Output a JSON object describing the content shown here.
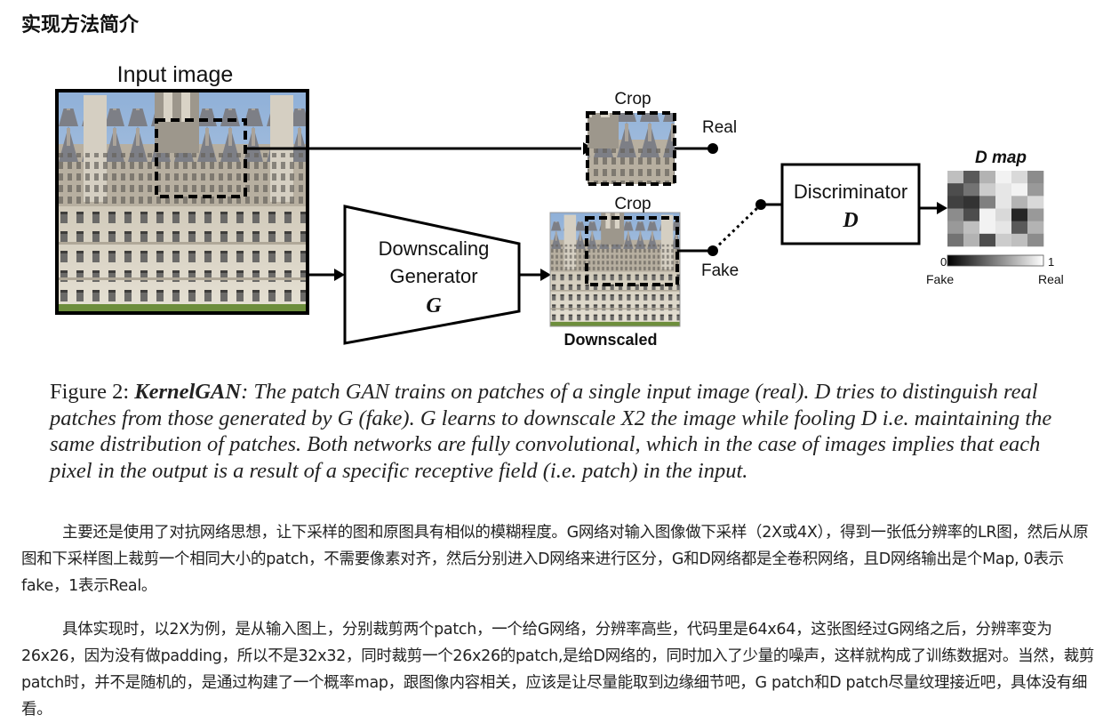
{
  "section_heading": "实现方法简介",
  "figure": {
    "input_label": "Input image",
    "crop_top_label": "Crop",
    "crop_bottom_label": "Crop",
    "real_label": "Real",
    "fake_label": "Fake",
    "generator_line1": "Downscaling",
    "generator_line2": "Generator",
    "generator_symbol": "G",
    "discriminator_label": "Discriminator",
    "discriminator_symbol": "D",
    "dmap_label": "D map",
    "scale_min": "0",
    "scale_max": "1",
    "scale_fake": "Fake",
    "scale_real": "Real",
    "downscaled_label": "Downscaled",
    "caption_label": "Figure 2:",
    "caption_name": "KernelGAN",
    "caption_text": ": The patch GAN trains on patches of a single input image (real). D tries to distinguish real patches from those generated by G (fake). G learns to downscale X2 the image while fooling D i.e. maintaining the same distribution of patches. Both networks are fully convolutional, which in the case of images implies that each pixel in the output is a result of a specific receptive field (i.e. patch) in the input.",
    "dmap_grid": [
      [
        0.75,
        0.35,
        0.7,
        0.95,
        0.85,
        0.55
      ],
      [
        0.3,
        0.45,
        0.8,
        0.9,
        0.95,
        0.6
      ],
      [
        0.25,
        0.2,
        0.5,
        0.9,
        0.7,
        0.85
      ],
      [
        0.55,
        0.3,
        0.95,
        0.85,
        0.15,
        0.6
      ],
      [
        0.6,
        0.75,
        0.95,
        0.9,
        0.35,
        0.7
      ],
      [
        0.45,
        0.7,
        0.3,
        0.8,
        0.75,
        0.55
      ]
    ]
  },
  "paragraphs": [
    "主要还是使用了对抗网络思想，让下采样的图和原图具有相似的模糊程度。G网络对输入图像做下采样（2X或4X），得到一张低分辨率的LR图，然后从原图和下采样图上裁剪一个相同大小的patch，不需要像素对齐，然后分别进入D网络来进行区分，G和D网络都是全卷积网络，且D网络输出是个Map, 0表示fake，1表示Real。",
    "具体实现时，以2X为例，是从输入图上，分别裁剪两个patch，一个给G网络，分辨率高些，代码里是64x64，这张图经过G网络之后，分辨率变为26x26，因为没有做padding，所以不是32x32，同时裁剪一个26x26的patch,是给D网络的，同时加入了少量的噪声，这样就构成了训练数据对。当然，裁剪patch时，并不是随机的，是通过构建了一个概率map，跟图像内容相关，应该是让尽量能取到边缘细节吧，G patch和D patch尽量纹理接近吧，具体没有细看。"
  ]
}
